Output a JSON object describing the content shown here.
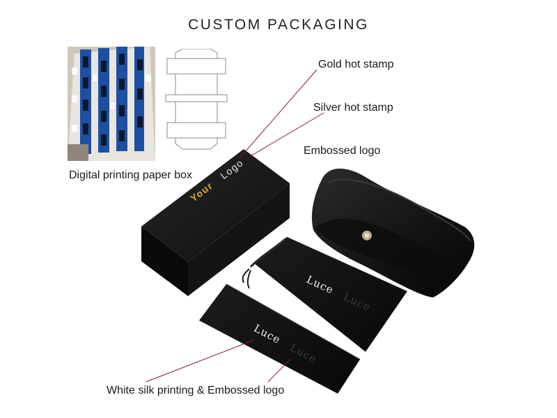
{
  "title": "CUSTOM PACKAGING",
  "labels": {
    "gold": "Gold hot stamp",
    "silver": "Silver hot stamp",
    "embossed": "Embossed logo",
    "paper_box": "Digital printing paper box",
    "silk": "White silk printing & Embossed logo"
  },
  "box_logo": {
    "word1": "Your",
    "word2": "Logo"
  },
  "pouch_logo": {
    "word1": "Luce",
    "word2": "Luce"
  },
  "colors": {
    "box": "#141414",
    "gold": "#d4a93c",
    "leader": "#8a1c2a"
  }
}
